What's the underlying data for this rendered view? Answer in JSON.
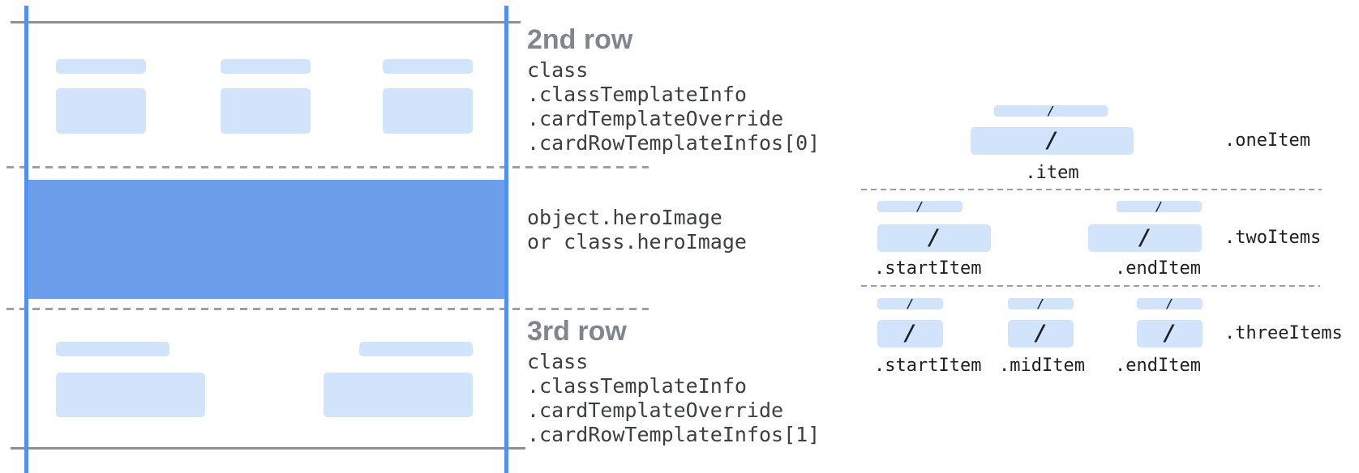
{
  "left_panel": {
    "row2": {
      "heading": "2nd row",
      "path_lines": [
        "class",
        ".classTemplateInfo",
        ".cardTemplateOverride",
        ".cardRowTemplateInfos[0]"
      ]
    },
    "hero": {
      "path_lines": [
        "object.heroImage",
        "or class.heroImage"
      ]
    },
    "row3": {
      "heading": "3rd row",
      "path_lines": [
        "class",
        ".classTemplateInfo",
        ".cardTemplateOverride",
        ".cardRowTemplateInfos[1]"
      ]
    }
  },
  "right_panel": {
    "slash": "/",
    "rows": [
      {
        "row_label": ".oneItem",
        "item_labels": [
          ".item"
        ]
      },
      {
        "row_label": ".twoItems",
        "item_labels": [
          ".startItem",
          ".endItem"
        ]
      },
      {
        "row_label": ".threeItems",
        "item_labels": [
          ".startItem",
          ".midItem",
          ".endItem"
        ]
      }
    ]
  },
  "colors": {
    "guide_blue": "#5290f5",
    "hero_blue": "#6d9eeb",
    "chip_blue": "#d2e3fc",
    "solid_line_gray": "#8a9095",
    "dash_gray": "#9aa0a6",
    "heading_gray": "#80868b",
    "code_text": "#3c4043"
  }
}
